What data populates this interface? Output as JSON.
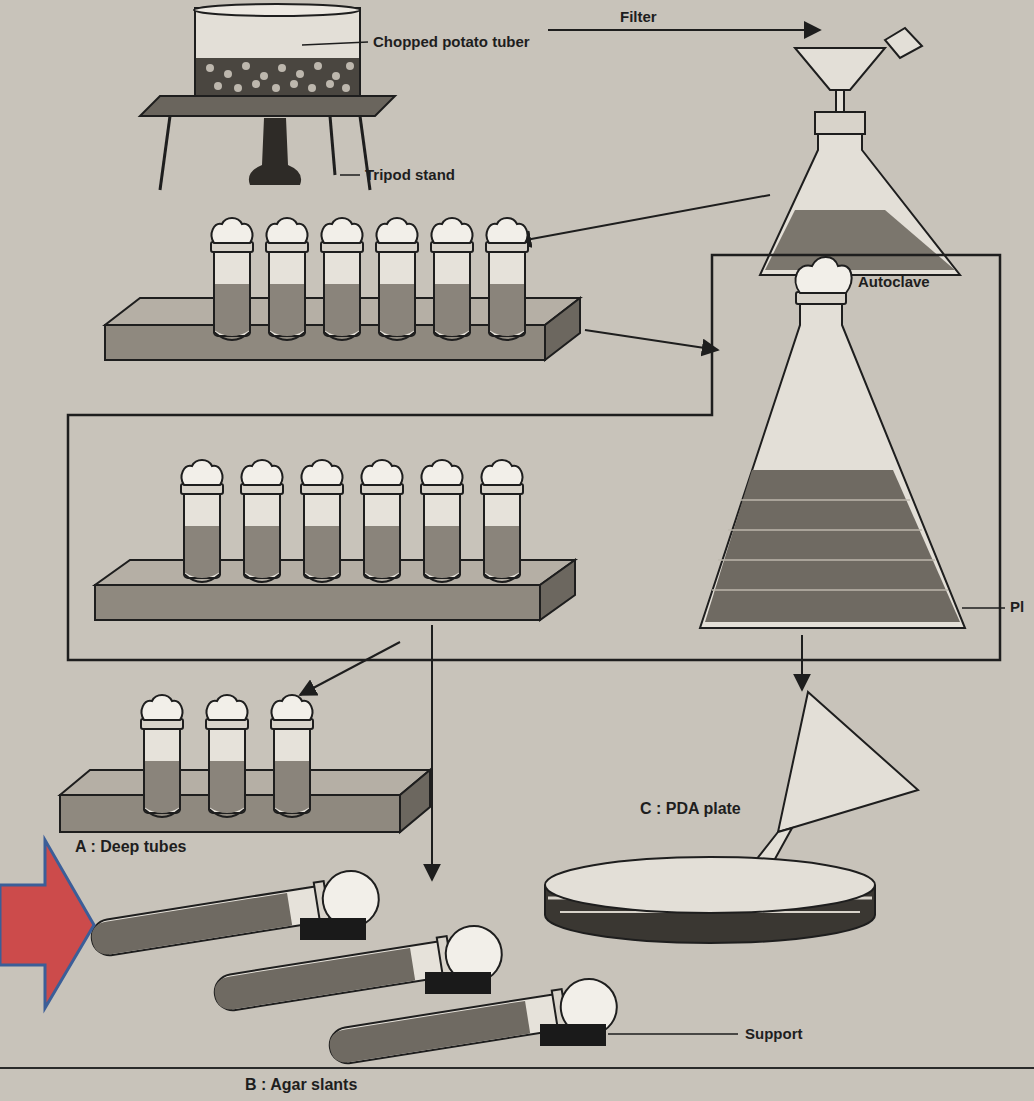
{
  "diagram": {
    "nodes": [
      {
        "text": [
          "Autoclave",
          "Pl"
        ]
      }
    ],
    "labels": [
      "Chopped potato tuber",
      "Filter",
      "Tripod stand",
      "A : Deep tubes",
      "C : PDA plate",
      "Support",
      "B : Agar slants"
    ]
  }
}
